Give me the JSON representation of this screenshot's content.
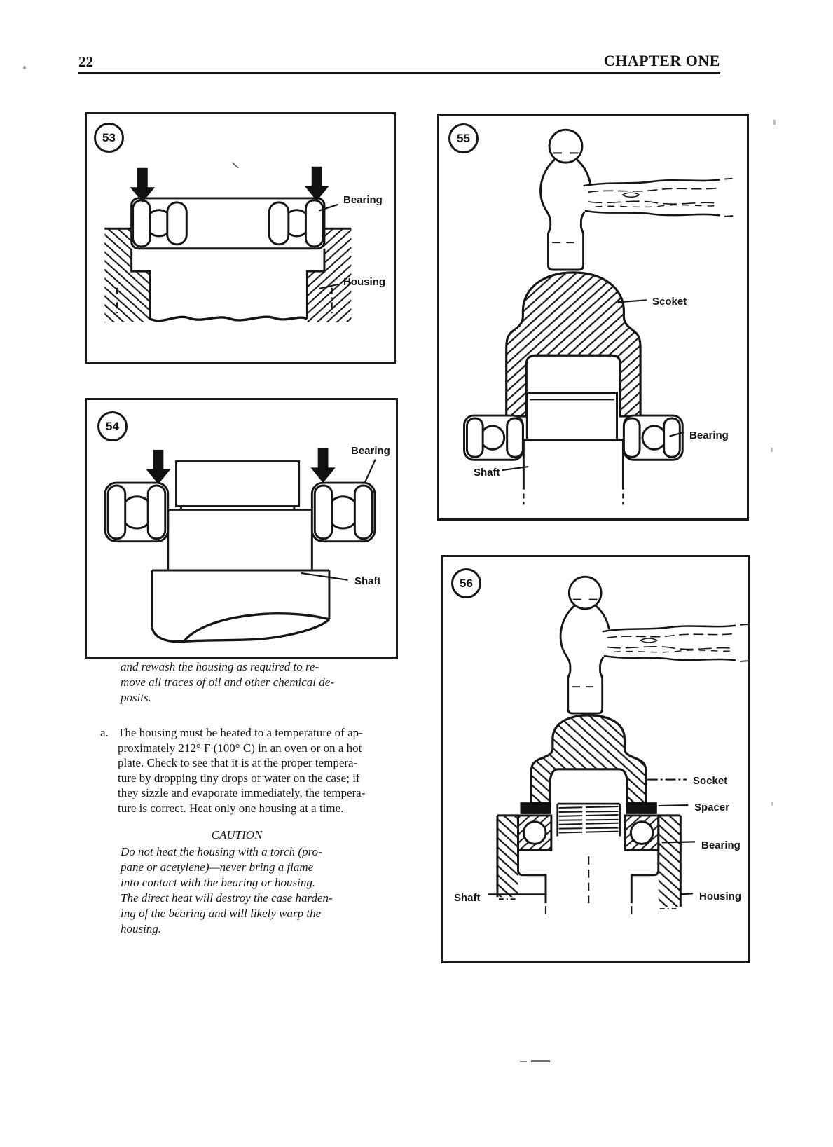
{
  "header": {
    "page_number": "22",
    "chapter_title": "CHAPTER ONE"
  },
  "figures": {
    "fig53": {
      "number": "53",
      "labels": {
        "bearing": "Bearing",
        "housing": "Housing"
      }
    },
    "fig54": {
      "number": "54",
      "labels": {
        "bearing": "Bearing",
        "shaft": "Shaft"
      }
    },
    "fig55": {
      "number": "55",
      "labels": {
        "socket": "Scoket",
        "bearing": "Bearing",
        "shaft": "Shaft"
      }
    },
    "fig56": {
      "number": "56",
      "labels": {
        "socket": "Socket",
        "spacer": "Spacer",
        "bearing": "Bearing",
        "housing": "Housing",
        "shaft": "Shaft"
      }
    }
  },
  "body": {
    "intro_italic_lines": [
      "and rewash the housing as required to re-",
      "move all traces of oil and other chemical de-",
      "posits."
    ],
    "item_a_marker": "a.",
    "item_a_lines": [
      "The housing must be heated to a temperature of ap-",
      "proximately 212° F (100° C) in an oven or on a hot",
      "plate. Check to see that it is at the proper tempera-",
      "ture by dropping tiny drops of water on the case; if",
      "they sizzle and evaporate immediately, the tempera-",
      "ture is correct. Heat only one housing at a time."
    ],
    "caution_title": "CAUTION",
    "caution_lines": [
      "Do not heat the housing with a torch (pro-",
      "pane or acetylene)—never bring a flame",
      "into contact with the bearing or housing.",
      "The direct heat will destroy the case harden-",
      "ing of the bearing and will likely warp the",
      "housing."
    ]
  },
  "colors": {
    "ink": "#161616",
    "paper": "#ffffff"
  }
}
